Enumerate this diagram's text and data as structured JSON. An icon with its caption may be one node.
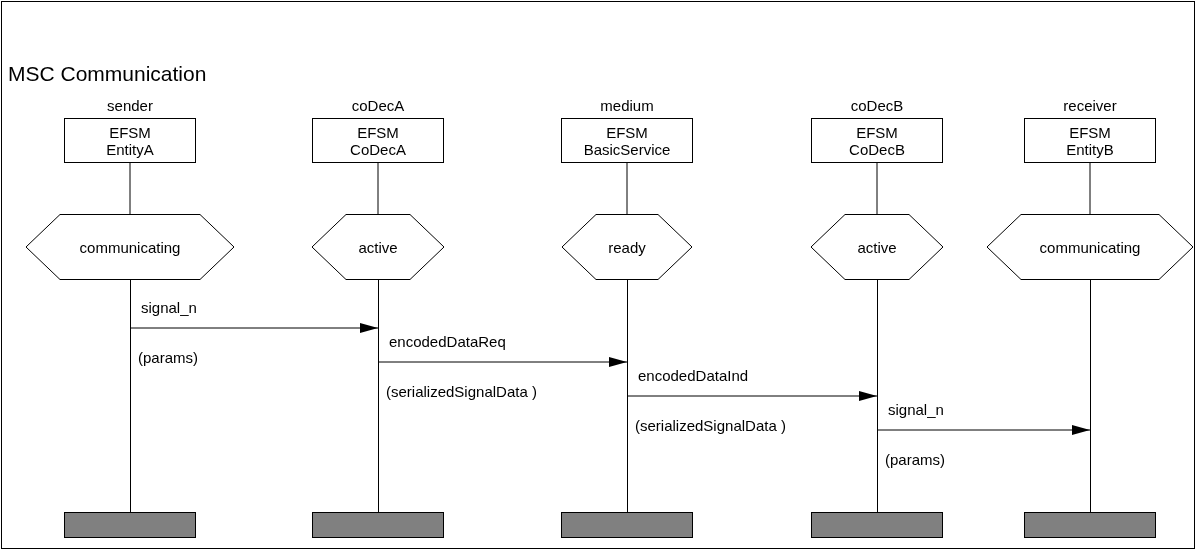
{
  "diagram": {
    "title": "MSC Communication",
    "nodes": [
      {
        "text": [
          "EFSM EntityA"
        ],
        "beside": [
          "sender"
        ]
      },
      {
        "text": [
          "communicating"
        ]
      },
      {
        "text": [],
        "shape": "line"
      },
      {
        "text": [],
        "shape": "bar"
      },
      {
        "text": [
          "EFSM CoDecA"
        ],
        "beside": [
          "coDecA"
        ]
      },
      {
        "text": [
          "active"
        ]
      },
      {
        "text": [],
        "shape": "line"
      },
      {
        "text": [],
        "shape": "bar"
      },
      {
        "text": [
          "EFSM BasicService"
        ],
        "beside": [
          "medium"
        ]
      },
      {
        "text": [
          "ready"
        ]
      },
      {
        "text": [],
        "shape": "line"
      },
      {
        "text": [],
        "shape": "bar"
      },
      {
        "text": [
          "EFSM CoDecB"
        ],
        "beside": [
          "coDecB"
        ]
      },
      {
        "text": [
          "active"
        ]
      },
      {
        "text": [],
        "shape": "line"
      },
      {
        "text": [],
        "shape": "bar"
      },
      {
        "text": [
          "EFSM EntityB"
        ],
        "beside": [
          "receiver"
        ]
      },
      {
        "text": [
          "communicating"
        ]
      },
      {
        "text": [],
        "shape": "line"
      },
      {
        "text": [],
        "shape": "bar"
      }
    ],
    "edges": [
      {
        "from": 0,
        "to": 1,
        "arrow": "none"
      },
      {
        "from": 4,
        "to": 5,
        "arrow": "none"
      },
      {
        "from": 8,
        "to": 9,
        "arrow": "none"
      },
      {
        "from": 12,
        "to": 13,
        "arrow": "none"
      },
      {
        "from": 16,
        "to": 17,
        "arrow": "none"
      },
      {
        "from": 2,
        "to": 6,
        "arrow": "to",
        "label": "signal_n"
      },
      {
        "from": 6,
        "to": 10,
        "arrow": "to",
        "label": "encodedDataReq"
      },
      {
        "from": 10,
        "to": 14,
        "arrow": "to",
        "label": "encodedDataInd"
      },
      {
        "from": 14,
        "to": 18,
        "arrow": "to",
        "label": "signal_n"
      }
    ],
    "labels": [
      "(params)",
      "(serializedSignalData )",
      "(serializedSignalData )",
      "(params)"
    ]
  }
}
